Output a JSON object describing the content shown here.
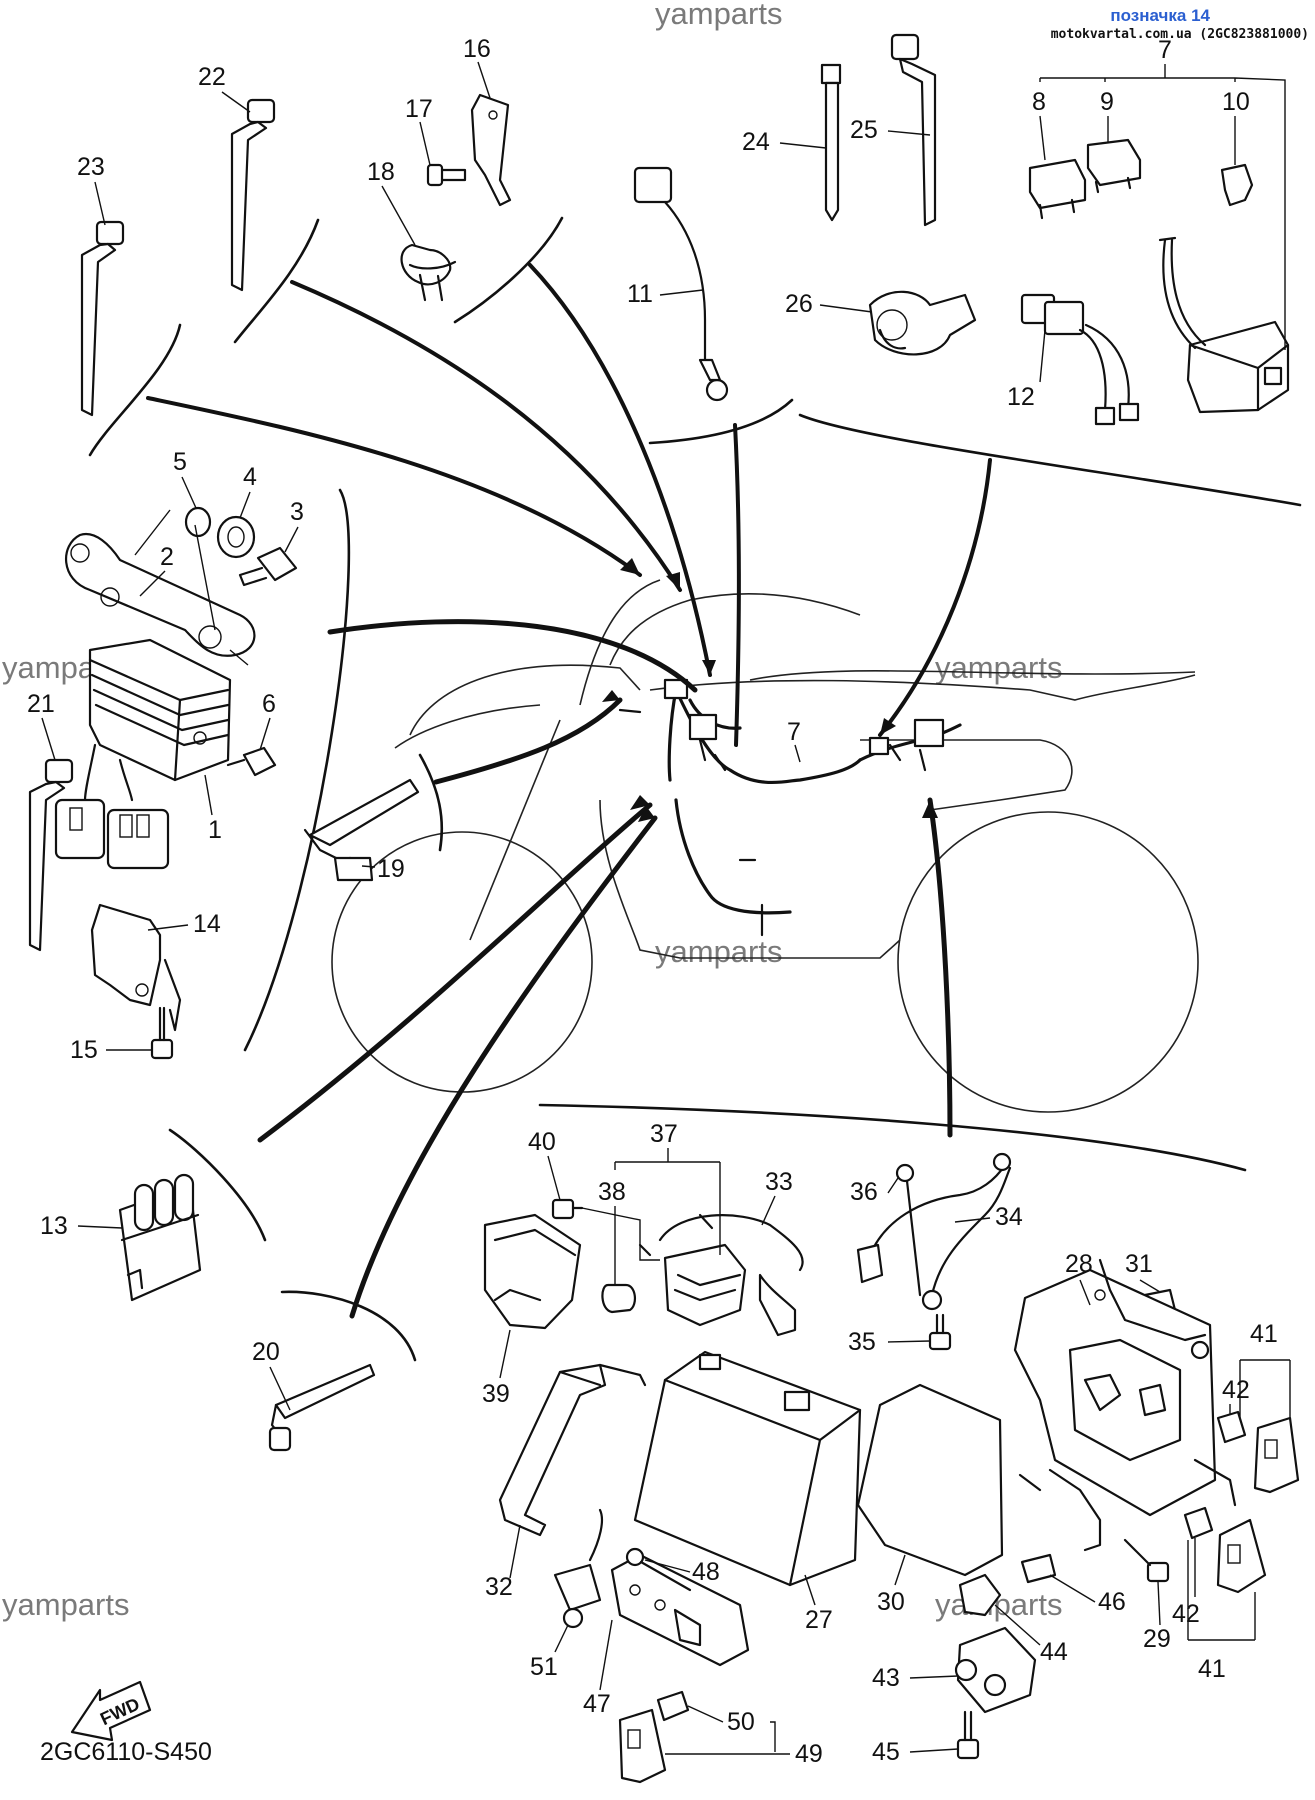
{
  "header": {
    "title": "позначка 14",
    "subtitle": "motokvartal.com.ua (2GC823881000)"
  },
  "watermark": "yamparts",
  "diagram_code": "2GC6110-S450",
  "fwd_label": "FWD",
  "parts": {
    "p1": "1",
    "p2": "2",
    "p3": "3",
    "p4": "4",
    "p5": "5",
    "p6": "6",
    "p7": "7",
    "p7b": "7",
    "p8": "8",
    "p9": "9",
    "p10": "10",
    "p11": "11",
    "p12": "12",
    "p13": "13",
    "p14": "14",
    "p15": "15",
    "p16": "16",
    "p17": "17",
    "p18": "18",
    "p19": "19",
    "p20": "20",
    "p21": "21",
    "p22": "22",
    "p23": "23",
    "p24": "24",
    "p25": "25",
    "p26": "26",
    "p27": "27",
    "p28": "28",
    "p29": "29",
    "p30": "30",
    "p31": "31",
    "p32": "32",
    "p33": "33",
    "p34": "34",
    "p35": "35",
    "p36": "36",
    "p37": "37",
    "p38": "38",
    "p39": "39",
    "p40": "40",
    "p41a": "41",
    "p41b": "41",
    "p42a": "42",
    "p42b": "42",
    "p43": "43",
    "p44": "44",
    "p45": "45",
    "p46": "46",
    "p47": "47",
    "p48": "48",
    "p49": "49",
    "p50": "50",
    "p51": "51"
  }
}
